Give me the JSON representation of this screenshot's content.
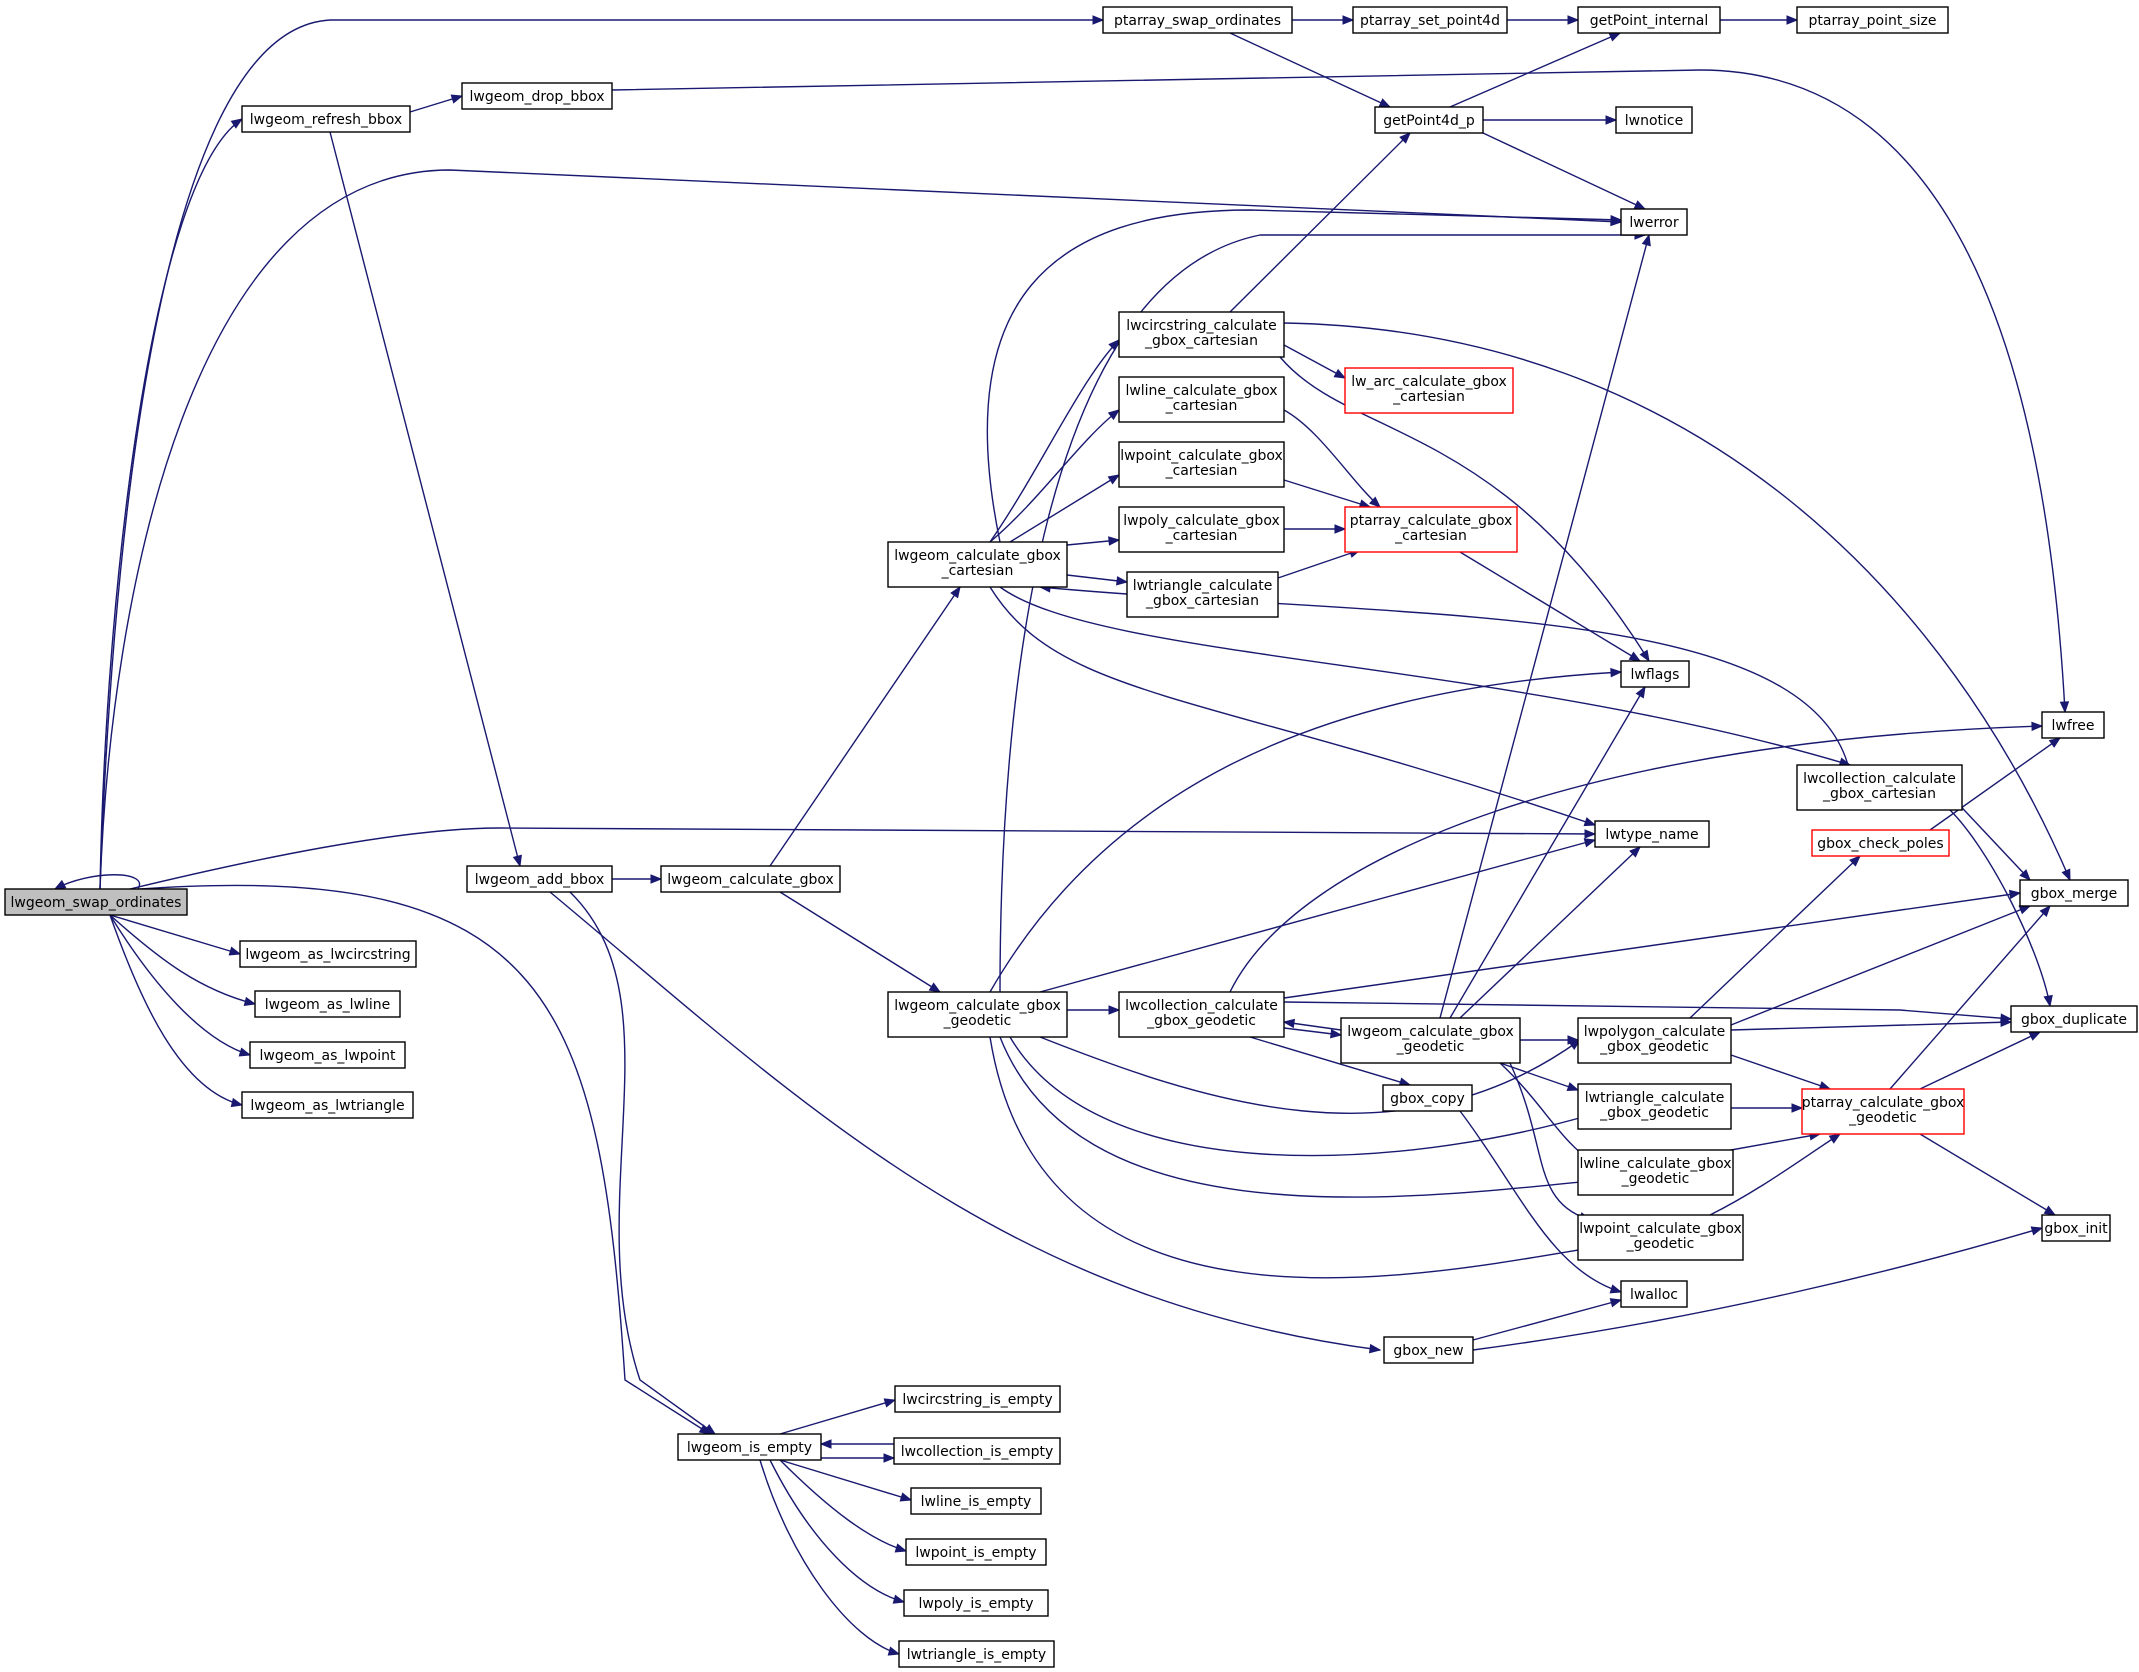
{
  "colors": {
    "edge": "#191970",
    "root_fill": "#bfbfbf",
    "red_border": "#ff0000"
  },
  "nodes": [
    {
      "id": "lwgeom_swap_ordinates",
      "lines": [
        "lwgeom_swap_ordinates"
      ],
      "root": true
    },
    {
      "id": "ptarray_swap_ordinates",
      "lines": [
        "ptarray_swap_ordinates"
      ]
    },
    {
      "id": "ptarray_set_point4d",
      "lines": [
        "ptarray_set_point4d"
      ]
    },
    {
      "id": "getPoint_internal",
      "lines": [
        "getPoint_internal"
      ]
    },
    {
      "id": "ptarray_point_size",
      "lines": [
        "ptarray_point_size"
      ]
    },
    {
      "id": "lwgeom_refresh_bbox",
      "lines": [
        "lwgeom_refresh_bbox"
      ]
    },
    {
      "id": "lwgeom_drop_bbox",
      "lines": [
        "lwgeom_drop_bbox"
      ]
    },
    {
      "id": "getPoint4d_p",
      "lines": [
        "getPoint4d_p"
      ]
    },
    {
      "id": "lwnotice",
      "lines": [
        "lwnotice"
      ]
    },
    {
      "id": "lwerror",
      "lines": [
        "lwerror"
      ]
    },
    {
      "id": "lwcircstring_calculate_gbox_cartesian",
      "lines": [
        "lwcircstring_calculate",
        "_gbox_cartesian"
      ]
    },
    {
      "id": "lw_arc_calculate_gbox_cartesian",
      "lines": [
        "lw_arc_calculate_gbox",
        "_cartesian"
      ],
      "red": true
    },
    {
      "id": "lwline_calculate_gbox_cartesian",
      "lines": [
        "lwline_calculate_gbox",
        "_cartesian"
      ]
    },
    {
      "id": "lwpoint_calculate_gbox_cartesian",
      "lines": [
        "lwpoint_calculate_gbox",
        "_cartesian"
      ]
    },
    {
      "id": "lwpoly_calculate_gbox_cartesian",
      "lines": [
        "lwpoly_calculate_gbox",
        "_cartesian"
      ]
    },
    {
      "id": "ptarray_calculate_gbox_cartesian",
      "lines": [
        "ptarray_calculate_gbox",
        "_cartesian"
      ],
      "red": true
    },
    {
      "id": "lwtriangle_calculate_gbox_cartesian",
      "lines": [
        "lwtriangle_calculate",
        "_gbox_cartesian"
      ]
    },
    {
      "id": "lwgeom_calculate_gbox_cartesian",
      "lines": [
        "lwgeom_calculate_gbox",
        "_cartesian"
      ]
    },
    {
      "id": "lwflags",
      "lines": [
        "lwflags"
      ]
    },
    {
      "id": "lwfree",
      "lines": [
        "lwfree"
      ]
    },
    {
      "id": "lwcollection_calculate_gbox_cartesian",
      "lines": [
        "lwcollection_calculate",
        "_gbox_cartesian"
      ]
    },
    {
      "id": "lwtype_name",
      "lines": [
        "lwtype_name"
      ]
    },
    {
      "id": "gbox_check_poles",
      "lines": [
        "gbox_check_poles"
      ],
      "red": true
    },
    {
      "id": "gbox_merge",
      "lines": [
        "gbox_merge"
      ]
    },
    {
      "id": "lwgeom_add_bbox",
      "lines": [
        "lwgeom_add_bbox"
      ]
    },
    {
      "id": "lwgeom_calculate_gbox",
      "lines": [
        "lwgeom_calculate_gbox"
      ]
    },
    {
      "id": "lwgeom_as_lwcircstring",
      "lines": [
        "lwgeom_as_lwcircstring"
      ]
    },
    {
      "id": "lwgeom_as_lwline",
      "lines": [
        "lwgeom_as_lwline"
      ]
    },
    {
      "id": "lwgeom_as_lwpoint",
      "lines": [
        "lwgeom_as_lwpoint"
      ]
    },
    {
      "id": "lwgeom_as_lwtriangle",
      "lines": [
        "lwgeom_as_lwtriangle"
      ]
    },
    {
      "id": "lwgeom_calculate_gbox_geodetic",
      "lines": [
        "lwgeom_calculate_gbox",
        "_geodetic"
      ]
    },
    {
      "id": "lwcollection_calculate_gbox_geodetic",
      "lines": [
        "lwcollection_calculate",
        "_gbox_geodetic"
      ]
    },
    {
      "id": "lwgeom_calculate_gbox_geodetic_2",
      "lines": [
        "lwgeom_calculate_gbox",
        "_geodetic"
      ]
    },
    {
      "id": "lwpolygon_calculate_gbox_geodetic",
      "lines": [
        "lwpolygon_calculate",
        "_gbox_geodetic"
      ]
    },
    {
      "id": "gbox_duplicate",
      "lines": [
        "gbox_duplicate"
      ]
    },
    {
      "id": "gbox_copy",
      "lines": [
        "gbox_copy"
      ]
    },
    {
      "id": "lwtriangle_calculate_gbox_geodetic",
      "lines": [
        "lwtriangle_calculate",
        "_gbox_geodetic"
      ]
    },
    {
      "id": "ptarray_calculate_gbox_geodetic",
      "lines": [
        "ptarray_calculate_gbox",
        "_geodetic"
      ],
      "red": true
    },
    {
      "id": "lwline_calculate_gbox_geodetic",
      "lines": [
        "lwline_calculate_gbox",
        "_geodetic"
      ]
    },
    {
      "id": "lwpoint_calculate_gbox_geodetic",
      "lines": [
        "lwpoint_calculate_gbox",
        "_geodetic"
      ]
    },
    {
      "id": "gbox_init",
      "lines": [
        "gbox_init"
      ]
    },
    {
      "id": "lwalloc",
      "lines": [
        "lwalloc"
      ]
    },
    {
      "id": "gbox_new",
      "lines": [
        "gbox_new"
      ]
    },
    {
      "id": "lwgeom_is_empty",
      "lines": [
        "lwgeom_is_empty"
      ]
    },
    {
      "id": "lwcircstring_is_empty",
      "lines": [
        "lwcircstring_is_empty"
      ]
    },
    {
      "id": "lwcollection_is_empty",
      "lines": [
        "lwcollection_is_empty"
      ]
    },
    {
      "id": "lwline_is_empty",
      "lines": [
        "lwline_is_empty"
      ]
    },
    {
      "id": "lwpoint_is_empty",
      "lines": [
        "lwpoint_is_empty"
      ]
    },
    {
      "id": "lwpoly_is_empty",
      "lines": [
        "lwpoly_is_empty"
      ]
    },
    {
      "id": "lwtriangle_is_empty",
      "lines": [
        "lwtriangle_is_empty"
      ]
    }
  ]
}
